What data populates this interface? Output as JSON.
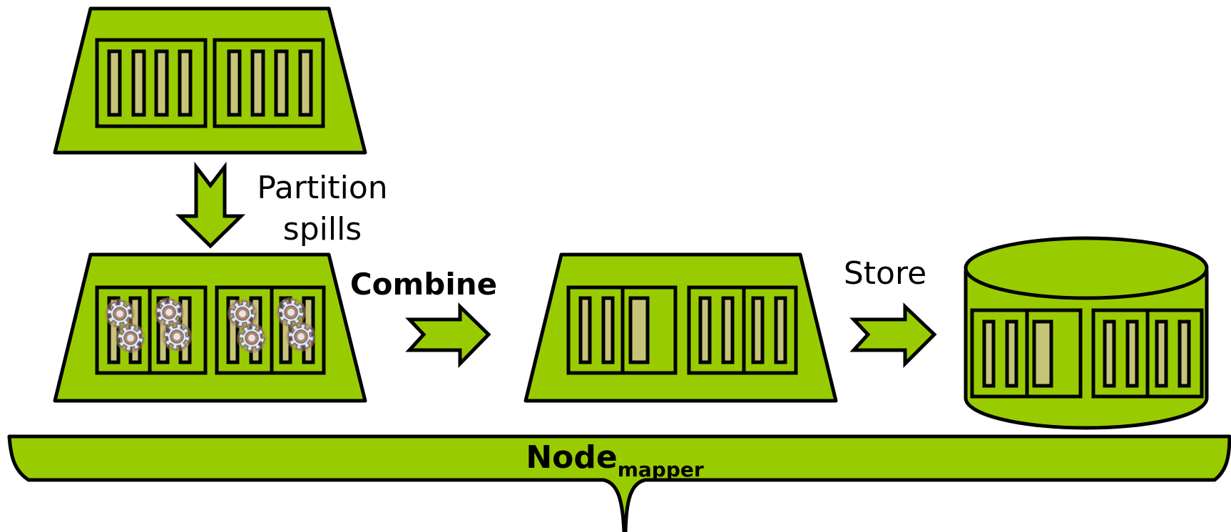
{
  "labels": {
    "partition_spills_line1": "Partition",
    "partition_spills_line2": "spills",
    "combine": "Combine",
    "store": "Store",
    "node": "Node",
    "node_subscript": "mapper"
  },
  "colors": {
    "fill_green": "#99cc00",
    "record_fill": "#c6c477",
    "stroke": "#000000",
    "gear_body": "#e2e4ee",
    "gear_halo": "#b6845c"
  },
  "icons": {
    "buffer": "trapezoid-buffer-icon",
    "disk": "disk-cylinder-icon",
    "arrow": "outline-arrow-icon",
    "gear": "gear-icon",
    "brace": "curly-brace-icon"
  }
}
